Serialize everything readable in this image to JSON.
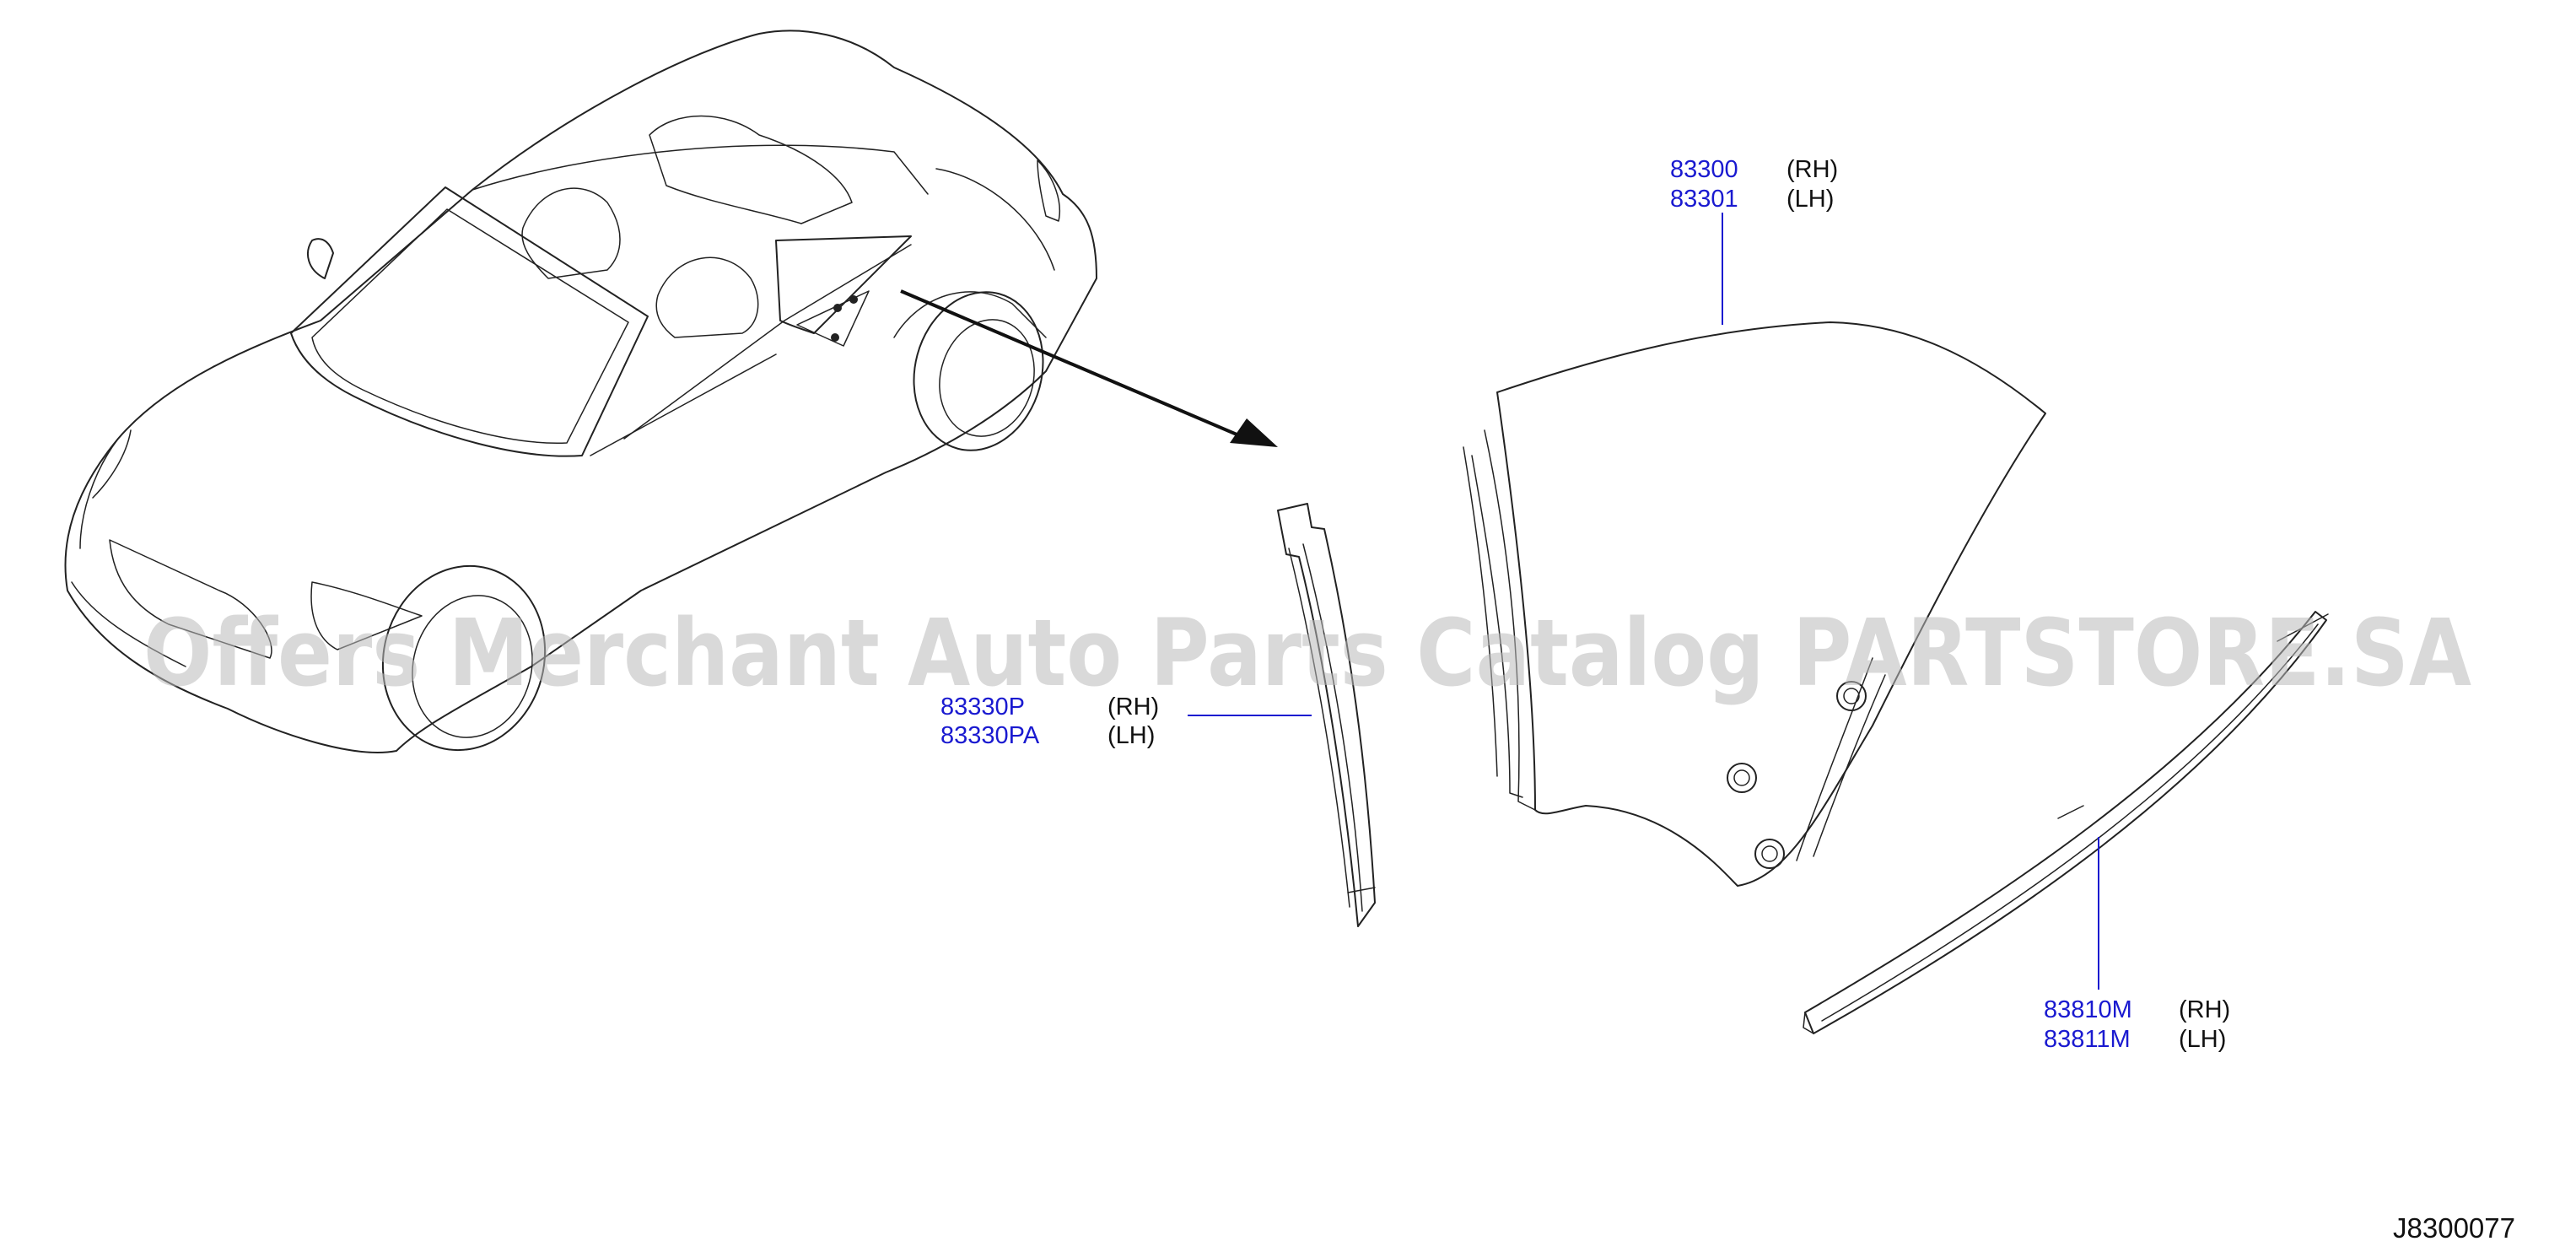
{
  "callouts": {
    "glass": {
      "part_rh": "83300",
      "side_rh": "(RH)",
      "part_lh": "83301",
      "side_lh": "(LH)"
    },
    "sash": {
      "part_rh": "83330P",
      "side_rh": "(RH)",
      "part_lh": "83330PA",
      "side_lh": "(LH)"
    },
    "weatherstrip": {
      "part_rh": "83810M",
      "side_rh": "(RH)",
      "part_lh": "83811M",
      "side_lh": "(LH)"
    }
  },
  "diagram_code": "J8300077",
  "watermark": "Offers Merchant Auto Parts Catalog PARTSTORE.SA",
  "colors": {
    "part_number": "#1a1ad0",
    "line_art": "#222222",
    "watermark": "#b9b9b9"
  }
}
